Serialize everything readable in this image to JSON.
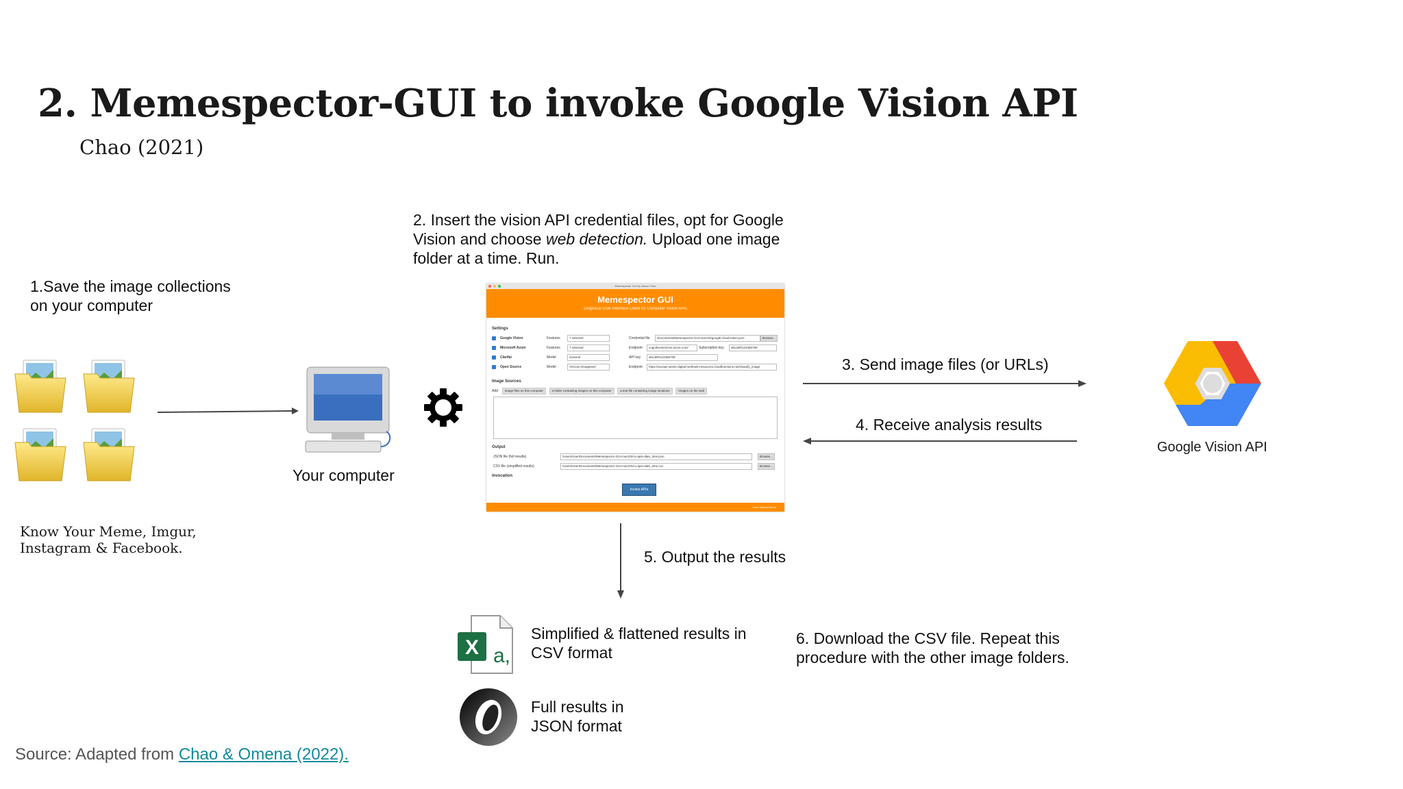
{
  "slide": {
    "title": "2. Memespector-GUI to invoke Google Vision API",
    "subtitle": "Chao (2021)"
  },
  "steps": {
    "step1": "1.Save the image collections on your computer",
    "step2_before": "2. Insert the vision API credential files, opt for Google Vision and choose ",
    "step2_em": "web detection.",
    "step2_after": " Upload one image folder at a time. Run.",
    "step3": "3. Send image files (or URLs)",
    "step4": "4. Receive analysis results",
    "step5": "5. Output the results",
    "step6": "6. Download the CSV file. Repeat this procedure with the other image folders."
  },
  "nodes": {
    "sources_caption": "Know Your Meme, Imgur, Instagram & Facebook.",
    "computer_label": "Your computer",
    "google_label": "Google Vision API",
    "csv_label": "Simplified & flattened results in CSV format",
    "json_label": "Full results in JSON format"
  },
  "gui": {
    "window_title": "Memespector GUI by Jason Chao",
    "app_title": "Memespector GUI",
    "app_subtitle": "Graphical User Interface Client for Computer Vision APIs",
    "settings_label": "Settings",
    "services": [
      {
        "name": "Google Vision",
        "k1": "Features",
        "v1": "7 selected",
        "k2": "Credential file",
        "v2": "/Documents/Memespector-GUI-macOS/google-cloud-token.json",
        "btn": "Browse..."
      },
      {
        "name": "Microsoft Azure",
        "k1": "Features",
        "v1": "7 selected",
        "k2": "Endpoint",
        "v2": "cognitiveservices.azure.com/",
        "k3": "Subscription key",
        "v3": "abcdef0123456789"
      },
      {
        "name": "Clarifai",
        "k1": "Model",
        "v1": "General",
        "k2": "API key",
        "v2": "abcdef0123456789"
      },
      {
        "name": "Open Source",
        "k1": "Model",
        "v1": "VGG16 (ImageNet)",
        "k2": "Endpoint",
        "v2": "https://europe-west1-digital-methods-resources.cloudfunctions.net/classify_image"
      }
    ],
    "image_sources_label": "Image Sources",
    "add_label": "Add",
    "source_tabs": [
      "Image files on this computer",
      "a folder containing images on this computer",
      "a text file containing image locations",
      "Images on the web"
    ],
    "output_label": "Output",
    "json_row_label": "JSON file (full results)",
    "json_row_path": "/Users/User/Documents/Memespector-GUI-macOS/cv-apis-date_time.json",
    "csv_row_label": "CSV file (simplified results)",
    "csv_row_path": "/Users/User/Documents/Memespector-GUI-macOS/cv-apis-date_time.csv",
    "browse_label": "Browse...",
    "invocation_label": "Invocation",
    "invoke_button": "Invoke APIs",
    "footer_links": "User Manual    About"
  },
  "footer": {
    "source_prefix": "Source: Adapted from ",
    "source_link": "Chao & Omena (2022)."
  },
  "colors": {
    "gui_orange": "#ff8c00",
    "excel_green": "#1d7044",
    "link_teal": "#12899a",
    "google_red": "#e94235",
    "google_yellow": "#fbbc04",
    "google_blue": "#4285f4"
  }
}
